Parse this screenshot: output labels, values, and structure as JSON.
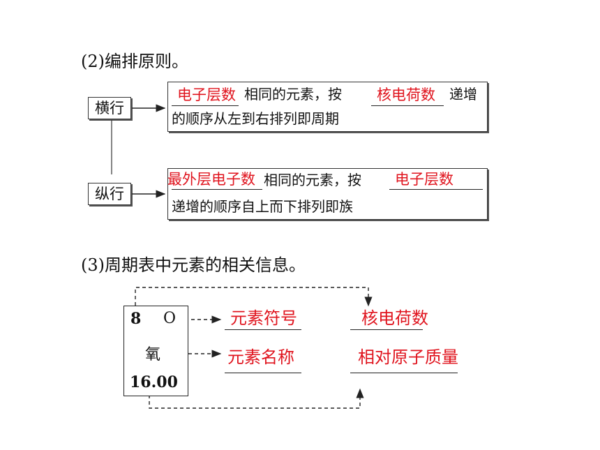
{
  "section2": {
    "heading": "(2)编排原则。",
    "row": {
      "label": "横行",
      "blank1": "电子层数",
      "text1": "相同的元素，按",
      "blank2": "核电荷数",
      "text2": "递增",
      "line2": "的顺序从左到右排列即周期"
    },
    "column": {
      "label": "纵行",
      "blank1": "最外层电子数",
      "text1": "相同的元素，按",
      "blank2": "电子层数",
      "line2": "递增的顺序自上而下排列即族"
    }
  },
  "section3": {
    "heading": "(3)周期表中元素的相关信息。",
    "element": {
      "number": "8",
      "symbol": "O",
      "name": "氧",
      "mass": "16.00"
    },
    "answers": {
      "symbol": "元素符号",
      "number": "核电荷数",
      "name": "元素名称",
      "mass": "相对原子质量"
    }
  }
}
